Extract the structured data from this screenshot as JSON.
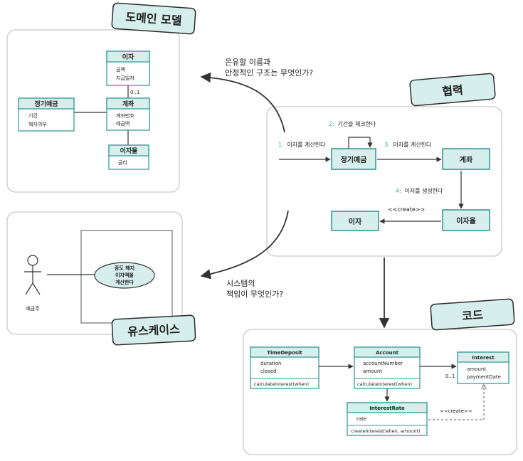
{
  "tabs": {
    "domain_model": "도메인 모델",
    "collaboration": "협력",
    "use_case": "유스케이스",
    "code": "코드"
  },
  "questions": {
    "top_line1": "은유할 이름과",
    "top_line2": "안정적인 구조는 무엇인가?",
    "bottom_line1": "시스템의",
    "bottom_line2": "책임이 무엇인가?"
  },
  "domain_model": {
    "interest": {
      "name": "이자",
      "attrs": [
        "금액",
        "지급일자"
      ]
    },
    "account": {
      "name": "계좌",
      "attrs": [
        "계좌번호",
        "예금액"
      ]
    },
    "deposit": {
      "name": "정기예금",
      "attrs": [
        "기간",
        "해지여부"
      ]
    },
    "rate": {
      "name": "이자율",
      "attrs": [
        "금리"
      ]
    },
    "multiplicity": "0..1"
  },
  "collaboration": {
    "objects": {
      "deposit": "정기예금",
      "account": "계좌",
      "rate": "이자율",
      "interest": "이자"
    },
    "messages": [
      {
        "num": "1:",
        "text": "이자를 계산한다"
      },
      {
        "num": "2:",
        "text": "기간을 체크한다"
      },
      {
        "num": "3:",
        "text": "이자를 계산한다"
      },
      {
        "num": "4:",
        "text": "이자를 생성한다"
      }
    ],
    "create_label": "<<create>>"
  },
  "use_case": {
    "actor": "예금주",
    "case_line1": "중도 해지",
    "case_line2": "이자액을",
    "case_line3": "계산한다"
  },
  "code": {
    "time_deposit": {
      "name": "TimeDeposit",
      "attrs": [
        "duration",
        "closed"
      ],
      "ops": [
        "calculateInterest(when)"
      ]
    },
    "account": {
      "name": "Account",
      "attrs": [
        "accountNumber",
        "amount"
      ],
      "ops": [
        "calculateInterest(when)"
      ]
    },
    "interest": {
      "name": "Interest",
      "attrs": [
        "amount",
        "paymentDate"
      ]
    },
    "interest_rate": {
      "name": "InterestRate",
      "attrs": [
        "rate"
      ],
      "ops": [
        "createInterest(when, amount)"
      ]
    },
    "multiplicity": "0..1",
    "create_label": "<<create>>"
  }
}
